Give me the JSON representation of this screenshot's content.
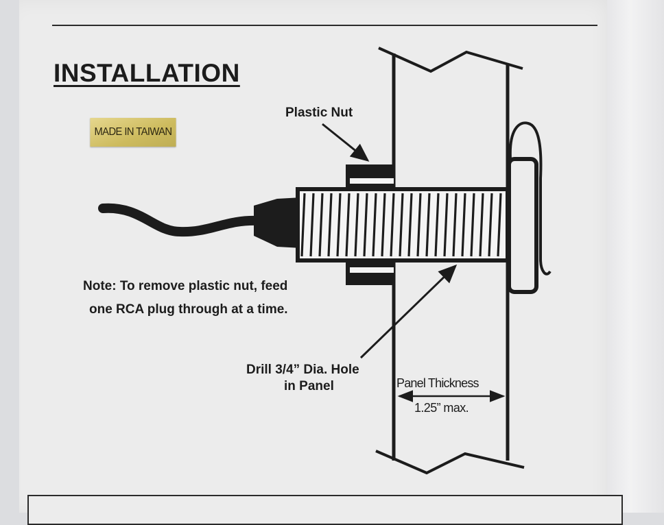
{
  "title": "INSTALLATION",
  "sticker_text": "MADE IN TAIWAN",
  "labels": {
    "plastic_nut": "Plastic Nut",
    "note_line1": "Note: To remove plastic nut, feed",
    "note_line2": "one RCA plug through at a time.",
    "drill_line1": "Drill 3/4” Dia. Hole",
    "drill_line2": "in Panel",
    "panel_thickness": "Panel Thickness",
    "max_thickness": "1.25” max."
  },
  "colors": {
    "ink": "#1c1c1c",
    "paper": "#ececec",
    "sticker": "#d4c36a"
  }
}
